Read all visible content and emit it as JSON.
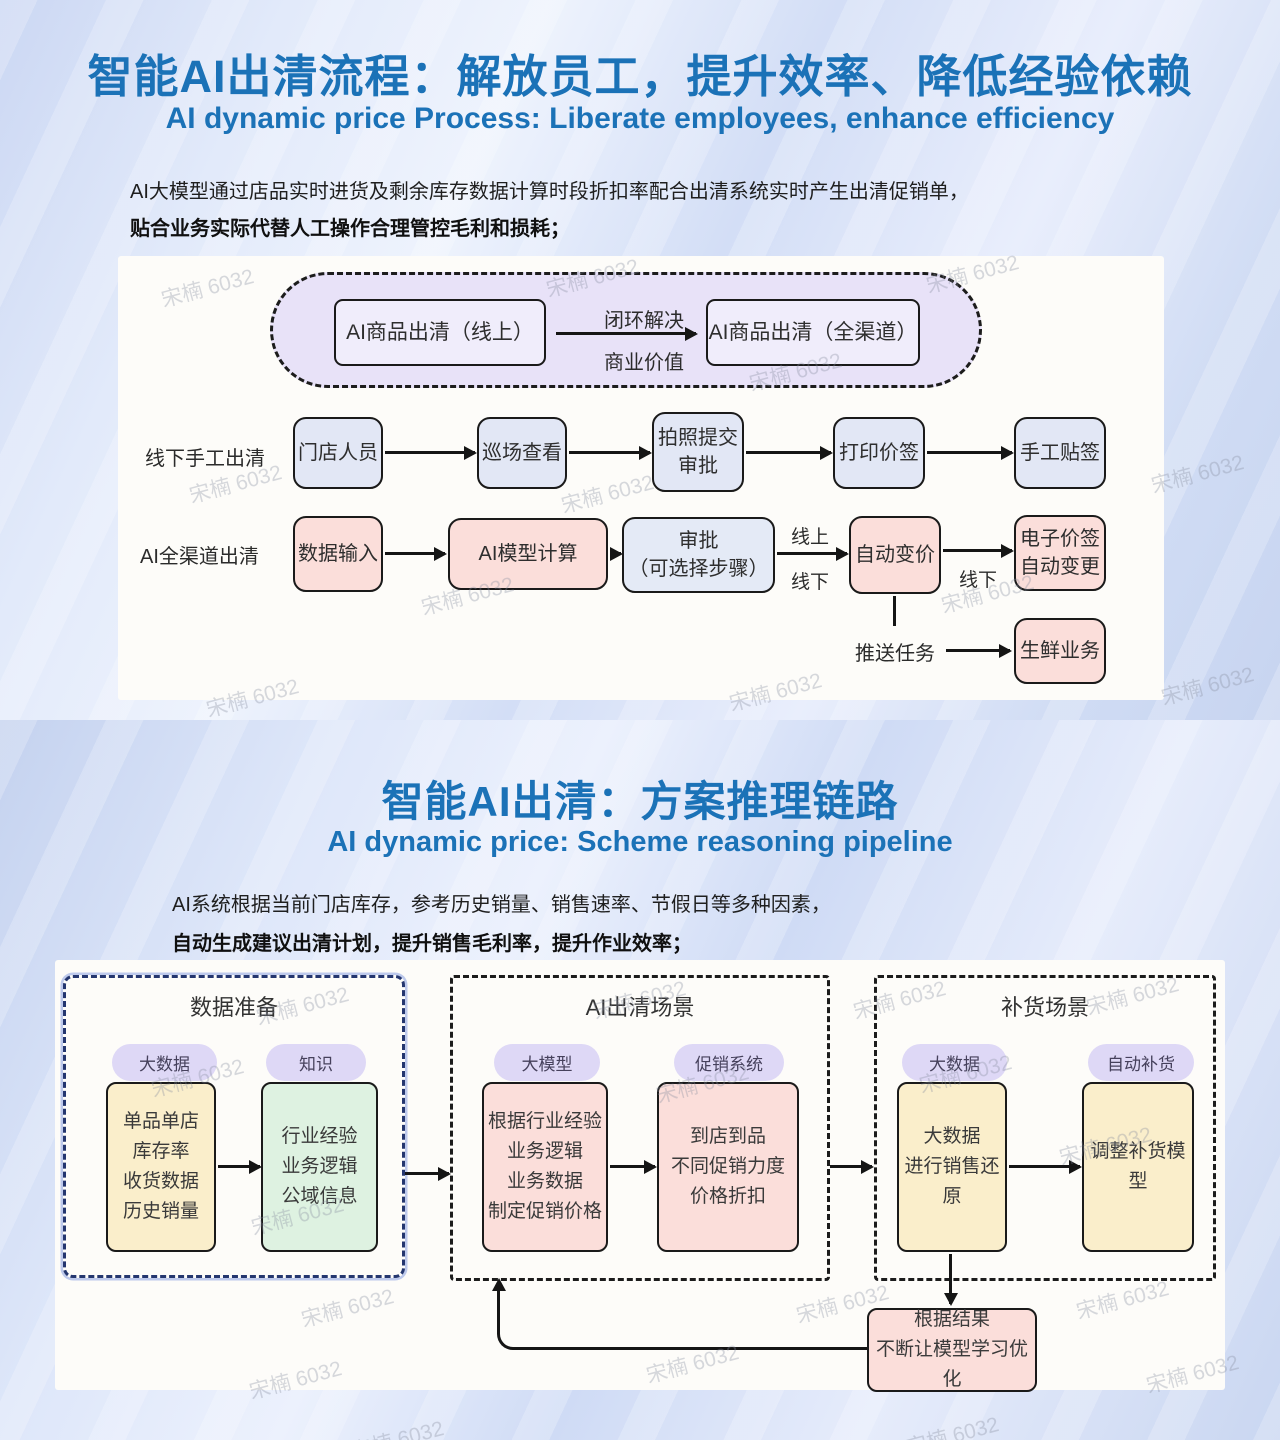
{
  "watermark": {
    "text": "宋楠 6032"
  },
  "colors": {
    "title_blue": "#1b72b7",
    "pink_box": "#fbdeda",
    "periwinkle_box": "#e2e7f5",
    "approval_box": "#e4eaf6",
    "yellow_box": "#faeecb",
    "green_box": "#def2e1",
    "lavender_container": "#e8e2f8",
    "lavender_pill": "#ded8f6",
    "blue_panel_border": "#24366f"
  },
  "slide1": {
    "title": "智能AI出清流程：解放员工，提升效率、降低经验依赖",
    "subtitle": "AI dynamic price Process: Liberate employees, enhance efficiency",
    "intro_line1": "AI大模型通过店品实时进货及剩余库存数据计算时段折扣率配合出清系统实时产生出清促销单，",
    "intro_line2": "贴合业务实际代替人工操作合理管控毛利和损耗；",
    "loop": {
      "box_online": "AI商品出清（线上）",
      "arrow_label_top": "闭环解决",
      "arrow_label_bottom": "商业价值",
      "box_omni": "AI商品出清（全渠道）"
    },
    "row_manual": {
      "label": "线下手工出清",
      "steps": [
        "门店人员",
        "巡场查看",
        "拍照提交\n审批",
        "打印价签",
        "手工贴签"
      ]
    },
    "row_ai": {
      "label": "AI全渠道出清",
      "steps": [
        "数据输入",
        "AI模型计算",
        "审批\n（可选择步骤）",
        "自动变价",
        "电子价签\n自动变更"
      ],
      "branch_online": "线上",
      "branch_offline": "线下",
      "offline_label2": "线下",
      "push_label": "推送任务",
      "push_target": "生鲜业务"
    }
  },
  "slide2": {
    "title": "智能AI出清：方案推理链路",
    "subtitle": "AI dynamic price: Scheme reasoning pipeline",
    "intro_line1": "AI系统根据当前门店库存，参考历史销量、销售速率、节假日等多种因素，",
    "intro_line2": "自动生成建议出清计划，提升销售毛利率，提升作业效率；",
    "panels": [
      {
        "title": "数据准备",
        "pills": [
          "大数据",
          "知识"
        ],
        "boxes": [
          "单品单店\n库存率\n收货数据\n历史销量",
          "行业经验\n业务逻辑\n公域信息"
        ]
      },
      {
        "title": "AI出清场景",
        "pills": [
          "大模型",
          "促销系统"
        ],
        "boxes": [
          "根据行业经验\n业务逻辑\n业务数据\n制定促销价格",
          "到店到品\n不同促销力度\n价格折扣"
        ]
      },
      {
        "title": "补货场景",
        "pills": [
          "大数据",
          "自动补货"
        ],
        "boxes": [
          "大数据\n进行销售还原",
          "调整补货模型"
        ]
      }
    ],
    "feedback": "根据结果\n不断让模型学习优化"
  }
}
